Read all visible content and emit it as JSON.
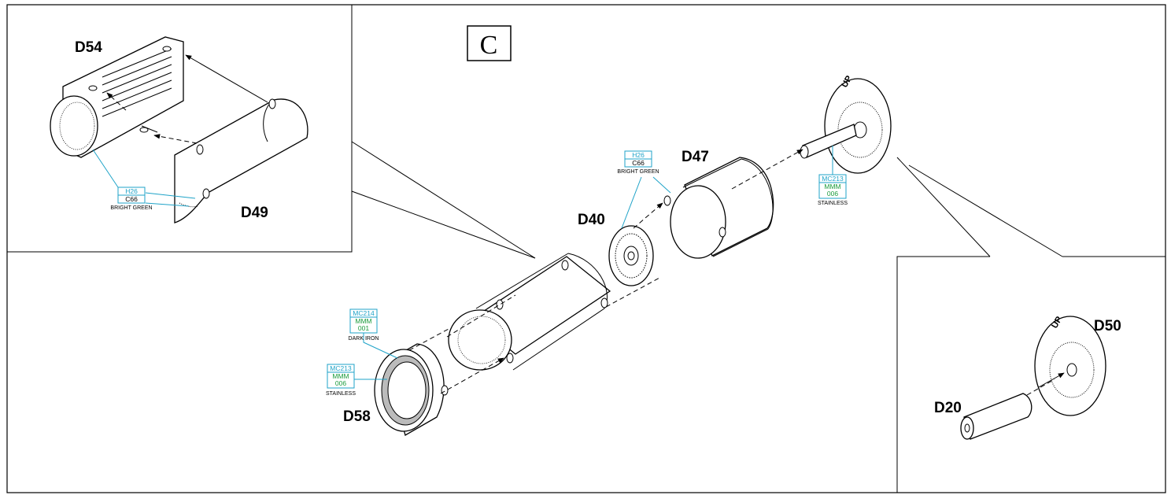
{
  "step": {
    "letter": "C"
  },
  "parts": {
    "d54": "D54",
    "d49": "D49",
    "d40": "D40",
    "d47": "D47",
    "d58": "D58",
    "d50": "D50",
    "d20": "D20"
  },
  "paints": {
    "green_inset": {
      "hobby": "H26",
      "gunze": "C66",
      "name": "BRIGHT GREEN"
    },
    "green_main": {
      "hobby": "H26",
      "gunze": "C66",
      "name": "BRIGHT GREEN"
    },
    "stainless_top": {
      "hobby": "MC213",
      "mr": "MMM",
      "mr_code": "006",
      "name": "STAINLESS"
    },
    "dark_iron": {
      "hobby": "MC214",
      "mr": "MMM",
      "mr_code": "001",
      "name": "DARK IRON"
    },
    "stainless_ring": {
      "hobby": "MC213",
      "mr": "MMM",
      "mr_code": "006",
      "name": "STAINLESS"
    }
  },
  "marks": {
    "up": "UP"
  },
  "colors": {
    "hobby": "#1fa3c8",
    "mr": "#1a9b3c",
    "line": "#000000"
  }
}
